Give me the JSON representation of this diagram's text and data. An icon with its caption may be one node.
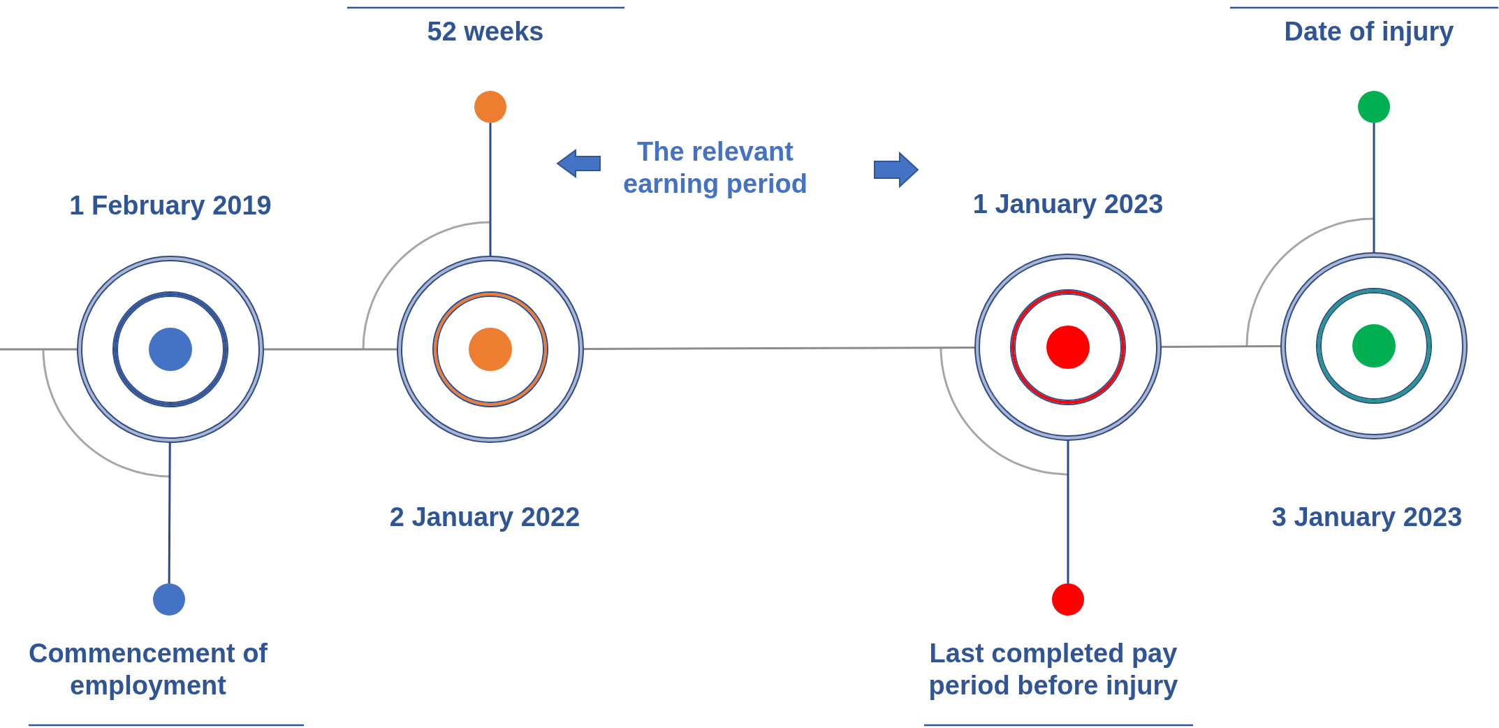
{
  "diagram": {
    "nodes": [
      {
        "text": [],
        "shape": "circle",
        "beside": [
          "1 February 2019"
        ]
      },
      {
        "text": [],
        "shape": "circle",
        "beside": [
          "Commencement of employment"
        ]
      },
      {
        "text": [],
        "shape": "circle",
        "beside": [
          "2 January 2022"
        ]
      },
      {
        "text": [],
        "shape": "circle",
        "beside": [
          "52 weeks"
        ]
      },
      {
        "text": [],
        "shape": "circle",
        "beside": [
          "1 January 2023"
        ]
      },
      {
        "text": [],
        "shape": "circle",
        "beside": [
          "Last completed pay period before injury"
        ]
      },
      {
        "text": [],
        "shape": "circle",
        "beside": [
          "3 January 2023"
        ]
      },
      {
        "text": [],
        "shape": "circle",
        "beside": [
          "Date of injury"
        ]
      }
    ],
    "edges": [
      {
        "from": null,
        "to": 0,
        "arrow": "none",
        "color": "#8c8c8c"
      },
      {
        "from": 0,
        "to": 2,
        "arrow": "none",
        "color": "#8c8c8c"
      },
      {
        "from": 2,
        "to": 4,
        "arrow": "none",
        "color": "#8c8c8c"
      },
      {
        "from": 4,
        "to": 6,
        "arrow": "none",
        "color": "#8c8c8c"
      },
      {
        "from": 0,
        "to": 1,
        "arrow": "none",
        "color": "#2f4a8a"
      },
      {
        "from": 2,
        "to": 3,
        "arrow": "none",
        "color": "#2f4a8a"
      },
      {
        "from": 4,
        "to": 5,
        "arrow": "none",
        "color": "#2f4a8a"
      },
      {
        "from": 6,
        "to": 7,
        "arrow": "none",
        "color": "#2f4a8a"
      }
    ],
    "labels": [
      "The relevant earning period"
    ]
  }
}
